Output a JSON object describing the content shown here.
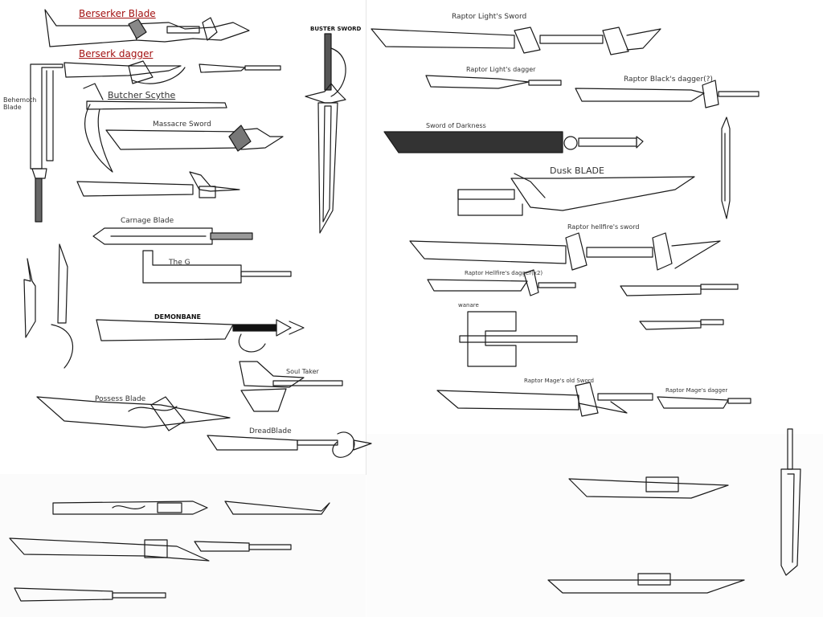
{
  "labels": {
    "berserker_blade": "Berserker Blade",
    "berserk_dagger": "Berserk dagger",
    "butcher_scythe": "Butcher Scythe",
    "massacre_sword": "Massacre Sword",
    "behemoth_blade": "Behemoth Blade",
    "buster_sword": "BUSTER SWORD",
    "carnage_blade": "Carnage Blade",
    "the_g": "The G",
    "demonbane": "DEMONBANE",
    "soul_taker": "Soul Taker",
    "possess_blade": "Possess Blade",
    "dread_blade": "DreadBlade",
    "raptor_lights_sword": "Raptor Light's Sword",
    "raptor_lights_dagger": "Raptor Light's dagger",
    "raptor_blacks_dagger": "Raptor Black's dagger(?)",
    "sword_of_darkness": "Sword of Darkness",
    "dusk_blade": "Dusk BLADE",
    "raptor_hellfires_sword": "Raptor hellfire's sword",
    "raptor_hellfires_dagger": "Raptor Hellfire's dagger(x2)",
    "wanare": "wanare",
    "raptor_mages_old_sword": "Raptor Mage's old Sword",
    "raptor_mages_dagger": "Raptor Mage's dagger"
  },
  "colors": {
    "ink": "#1a1a1a",
    "accent_red": "#a31212",
    "paper": "#ffffff"
  }
}
